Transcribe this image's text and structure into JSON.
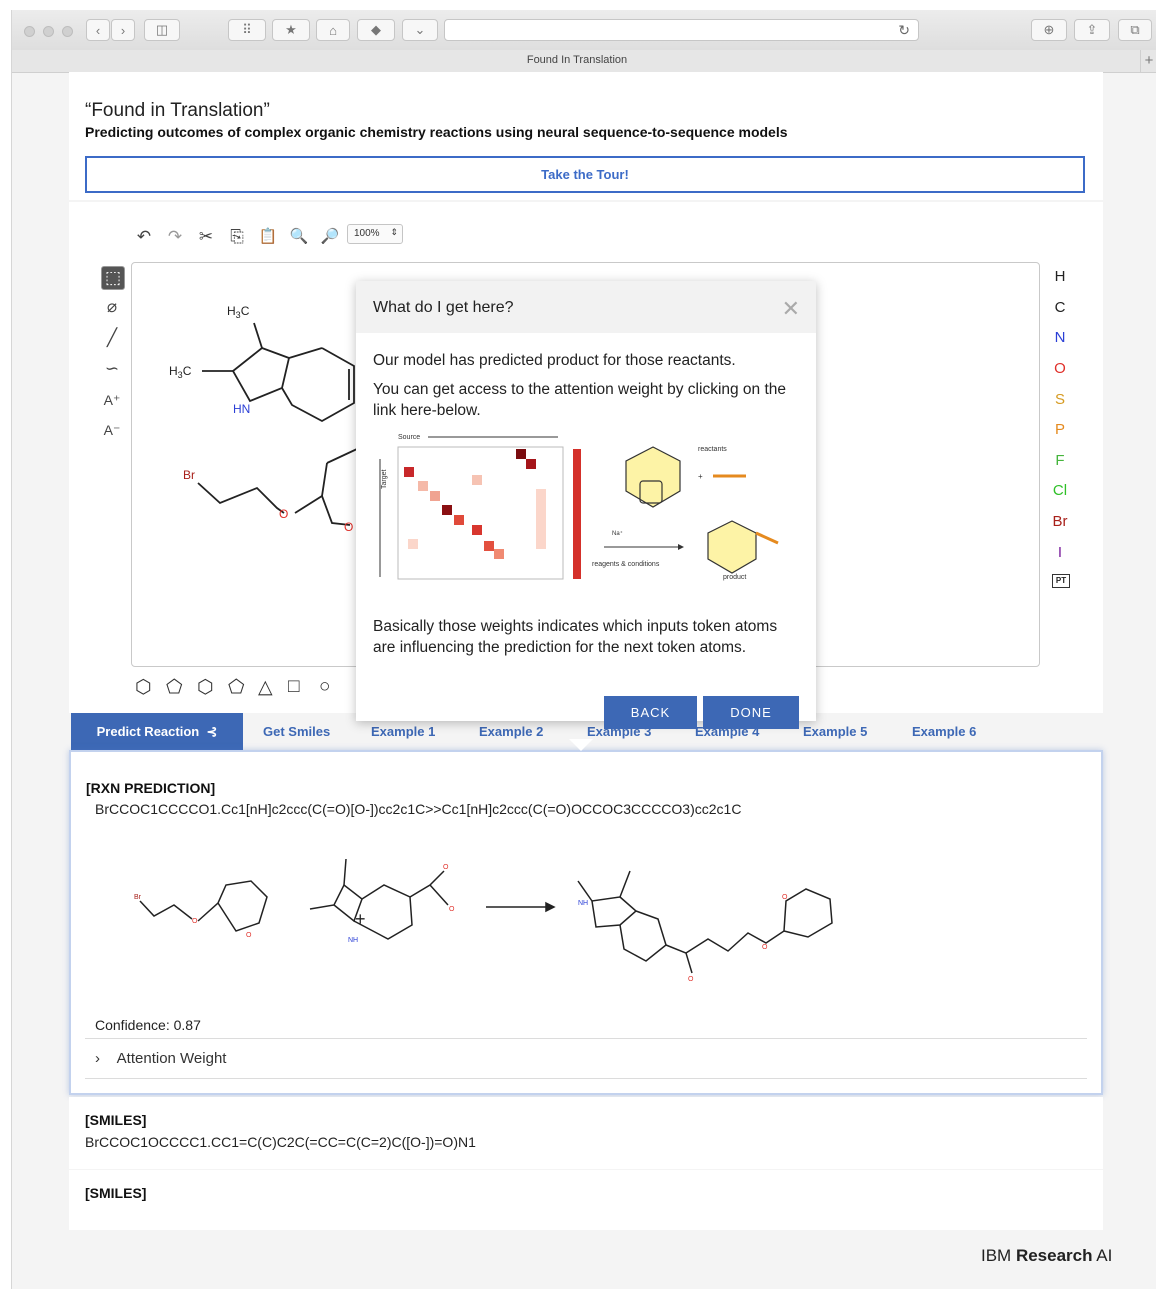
{
  "browser": {
    "tab_title": "Found In Translation",
    "buttons": {
      "back": "‹",
      "forward": "›",
      "sidebar": "◫",
      "grid": "⠿",
      "star": "★",
      "home": "⌂",
      "tag": "◆",
      "pocket": "⌄",
      "download": "⊕",
      "share": "⇪",
      "tabs": "⧉"
    },
    "reload": "↻",
    "new_tab": "+"
  },
  "header": {
    "title": "“Found in Translation”",
    "subtitle": "Predicting outcomes of complex organic chemistry reactions using neural sequence-to-sequence models",
    "tour_button": "Take the Tour!"
  },
  "editor": {
    "zoom": "100%",
    "top_tools": [
      "↶",
      "↷",
      "✂",
      "⎘",
      "📋",
      "🔍",
      "🔎"
    ],
    "left_tools": [
      "⬚",
      "⌀",
      "╱",
      "∽",
      "A⁺",
      "A⁻"
    ],
    "elements": [
      {
        "symbol": "H",
        "color": "#222222"
      },
      {
        "symbol": "C",
        "color": "#222222"
      },
      {
        "symbol": "N",
        "color": "#2b3fd6"
      },
      {
        "symbol": "O",
        "color": "#e0302a"
      },
      {
        "symbol": "S",
        "color": "#d69b22"
      },
      {
        "symbol": "P",
        "color": "#e58a1f"
      },
      {
        "symbol": "F",
        "color": "#45b53c"
      },
      {
        "symbol": "Cl",
        "color": "#2fc028"
      },
      {
        "symbol": "Br",
        "color": "#a8201a"
      },
      {
        "symbol": "I",
        "color": "#7a1f9c"
      }
    ],
    "periodic_table": "PT",
    "shapes": [
      "⬡",
      "⬠",
      "⬡",
      "⬠",
      "△",
      "□",
      "○"
    ],
    "atom_labels": {
      "h3c1": "H",
      "h3c2": "H",
      "hn": "HN",
      "br": "Br",
      "o1": "O",
      "o2": "O"
    },
    "atom_label_sub": "3",
    "atom_label_c": "C"
  },
  "tabs": {
    "predict": "Predict Reaction",
    "predict_icon": "⊰",
    "get_smiles": "Get Smiles",
    "ex1": "Example 1",
    "ex2": "Example 2",
    "ex3": "Example 3",
    "ex4": "Example 4",
    "ex5": "Example 5",
    "ex6": "Example 6"
  },
  "result": {
    "label": "[RXN PREDICTION]",
    "smiles": "BrCCOC1CCCCO1.Cc1[nH]c2ccc(C(=O)[O-])cc2c1C>>Cc1[nH]c2ccc(C(=O)OCCOC3CCCCO3)cc2c1C",
    "confidence": "Confidence: 0.87",
    "attention_toggle": "›",
    "attention": "Attention Weight",
    "plus": "+",
    "atoms": {
      "br": "Br",
      "o": "O",
      "nh": "NH"
    }
  },
  "smiles_blocks": [
    {
      "label": "[SMILES]",
      "value": "BrCCOC1OCCCC1.CC1=C(C)C2C(=CC=C(C=2)C([O-])=O)N1"
    },
    {
      "label": "[SMILES]",
      "value": ""
    }
  ],
  "popover": {
    "title": "What do I get here?",
    "close": "✕",
    "p1": "Our model has predicted product for those reactants.",
    "p2": "You can get access to the attention weight by clicking on the link here-below.",
    "figure": {
      "source": "Source",
      "target": "Target",
      "reactants": "reactants",
      "reagents": "reagents & conditions",
      "product": "product",
      "na": "Na⁺",
      "plus": "+"
    },
    "p3": "Basically those weights indicates which inputs token atoms are influencing the prediction for the next token atoms.",
    "back": "BACK",
    "done": "DONE"
  },
  "brand": {
    "ibm": "IBM ",
    "research": "Research",
    "ai": " AI"
  }
}
